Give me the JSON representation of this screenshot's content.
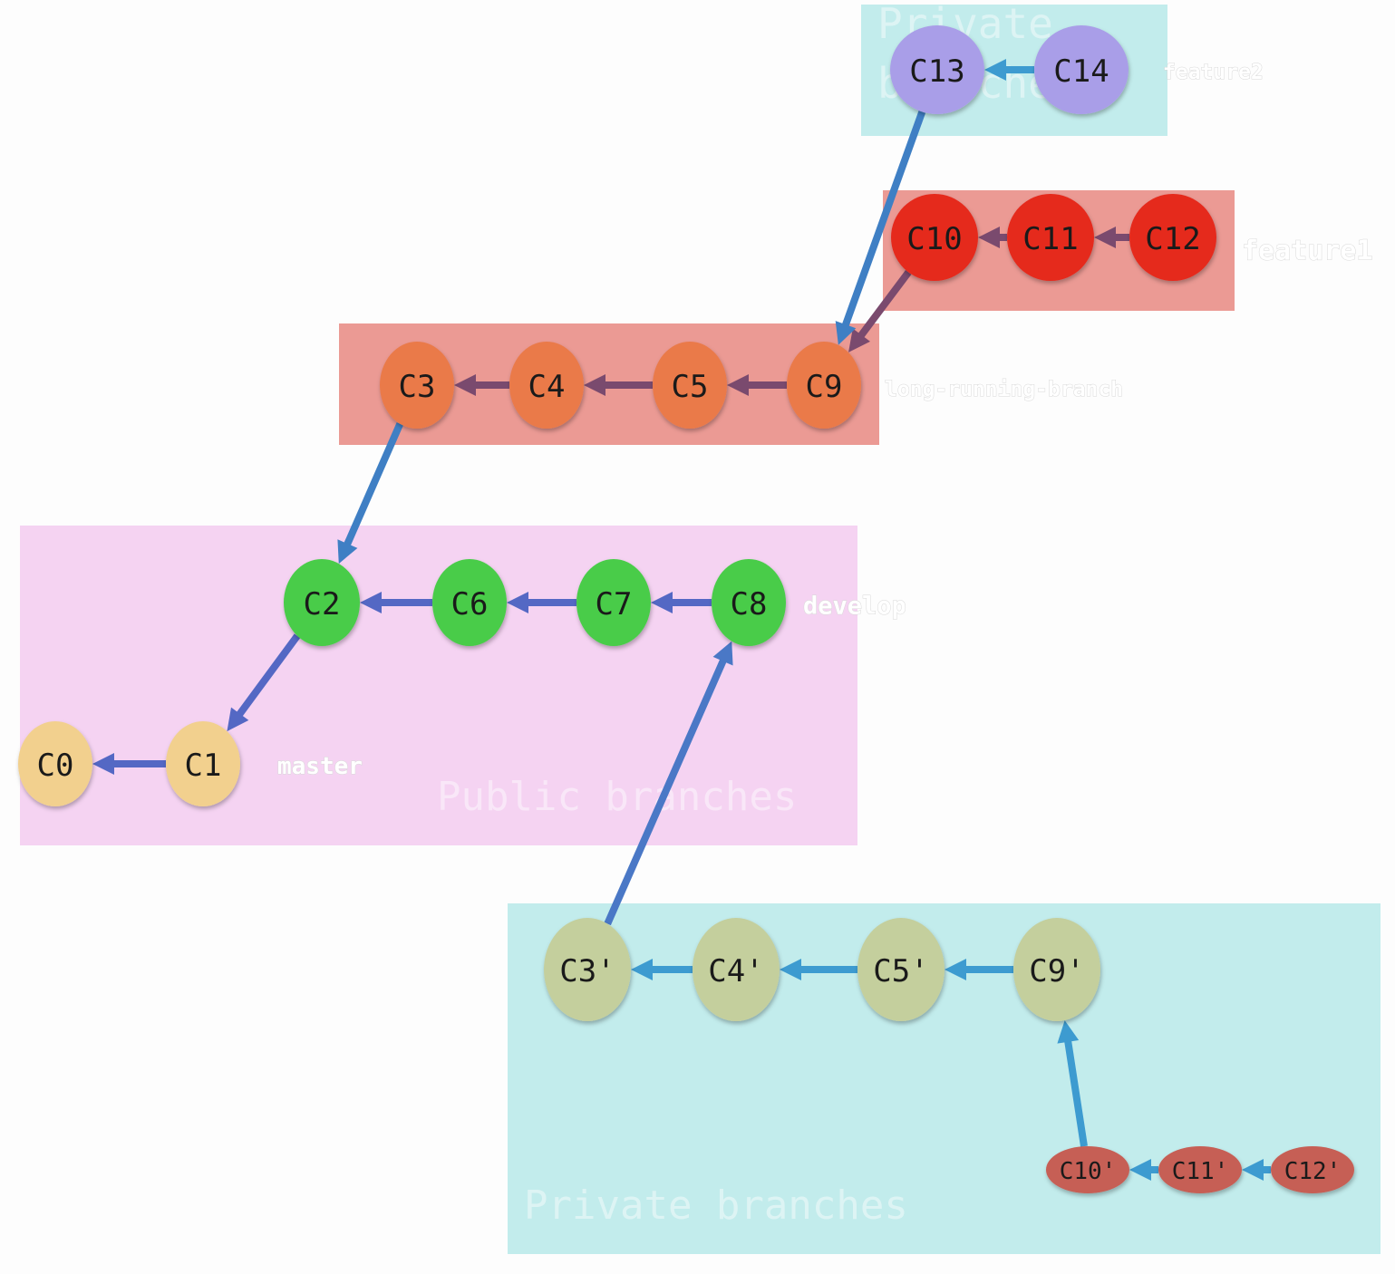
{
  "regions": [
    {
      "id": "private-top",
      "label_lines": [
        "Private",
        "branches"
      ],
      "color": "#aee6e6"
    },
    {
      "id": "feature1-box",
      "label_lines": [],
      "color": "#e36f66"
    },
    {
      "id": "long-running-box",
      "label_lines": [],
      "color": "#e36f66"
    },
    {
      "id": "public",
      "label_lines": [
        "Public branches"
      ],
      "color": "#f3c8ef"
    },
    {
      "id": "private-bottom",
      "label_lines": [
        "Private branches"
      ],
      "color": "#aee6e6"
    }
  ],
  "commits": [
    {
      "id": "C0",
      "label": "C0",
      "color": "#f2d08e"
    },
    {
      "id": "C1",
      "label": "C1",
      "color": "#f2d08e"
    },
    {
      "id": "C2",
      "label": "C2",
      "color": "#48cc4a"
    },
    {
      "id": "C6",
      "label": "C6",
      "color": "#48cc4a"
    },
    {
      "id": "C7",
      "label": "C7",
      "color": "#48cc4a"
    },
    {
      "id": "C8",
      "label": "C8",
      "color": "#48cc4a"
    },
    {
      "id": "C3",
      "label": "C3",
      "color": "#ea7a4a"
    },
    {
      "id": "C4",
      "label": "C4",
      "color": "#ea7a4a"
    },
    {
      "id": "C5",
      "label": "C5",
      "color": "#ea7a4a"
    },
    {
      "id": "C9",
      "label": "C9",
      "color": "#ea7a4a"
    },
    {
      "id": "C10",
      "label": "C10",
      "color": "#e5291f"
    },
    {
      "id": "C11",
      "label": "C11",
      "color": "#e5291f"
    },
    {
      "id": "C12",
      "label": "C12",
      "color": "#e5291f"
    },
    {
      "id": "C13",
      "label": "C13",
      "color": "#a99ee8"
    },
    {
      "id": "C14",
      "label": "C14",
      "color": "#a99ee8"
    },
    {
      "id": "C3p",
      "label": "C3'",
      "color": "#c4cf9d"
    },
    {
      "id": "C4p",
      "label": "C4'",
      "color": "#c4cf9d"
    },
    {
      "id": "C5p",
      "label": "C5'",
      "color": "#c4cf9d"
    },
    {
      "id": "C9p",
      "label": "C9'",
      "color": "#c4cf9d"
    },
    {
      "id": "C10p",
      "label": "C10'",
      "color": "#c65e55"
    },
    {
      "id": "C11p",
      "label": "C11'",
      "color": "#c65e55"
    },
    {
      "id": "C12p",
      "label": "C12'",
      "color": "#c65e55"
    }
  ],
  "edges": [
    {
      "from": "C1",
      "to": "C0",
      "color": "#5468c4"
    },
    {
      "from": "C2",
      "to": "C1",
      "color": "#5468c4"
    },
    {
      "from": "C6",
      "to": "C2",
      "color": "#5468c4"
    },
    {
      "from": "C7",
      "to": "C6",
      "color": "#5468c4"
    },
    {
      "from": "C8",
      "to": "C7",
      "color": "#5468c4"
    },
    {
      "from": "C3",
      "to": "C2",
      "color": "#3f7fc4"
    },
    {
      "from": "C4",
      "to": "C3",
      "color": "#7a4a6e"
    },
    {
      "from": "C5",
      "to": "C4",
      "color": "#7a4a6e"
    },
    {
      "from": "C9",
      "to": "C5",
      "color": "#7a4a6e"
    },
    {
      "from": "C10",
      "to": "C9",
      "color": "#7a4a6e"
    },
    {
      "from": "C11",
      "to": "C10",
      "color": "#7a4a6e"
    },
    {
      "from": "C12",
      "to": "C11",
      "color": "#7a4a6e"
    },
    {
      "from": "C13",
      "to": "C9",
      "color": "#3f7fc4"
    },
    {
      "from": "C14",
      "to": "C13",
      "color": "#3d9bd0"
    },
    {
      "from": "C3p",
      "to": "C8",
      "color": "#4a78c6"
    },
    {
      "from": "C4p",
      "to": "C3p",
      "color": "#3d9bd0"
    },
    {
      "from": "C5p",
      "to": "C4p",
      "color": "#3d9bd0"
    },
    {
      "from": "C9p",
      "to": "C5p",
      "color": "#3d9bd0"
    },
    {
      "from": "C10p",
      "to": "C9p",
      "color": "#3d9bd0"
    },
    {
      "from": "C11p",
      "to": "C10p",
      "color": "#3d9bd0"
    },
    {
      "from": "C12p",
      "to": "C11p",
      "color": "#3d9bd0"
    }
  ],
  "branch_labels": [
    {
      "id": "master",
      "text": "master"
    },
    {
      "id": "develop",
      "text": "develop"
    },
    {
      "id": "long-running-branch",
      "text": "long-running-branch"
    },
    {
      "id": "feature1",
      "text": "feature1"
    },
    {
      "id": "feature2",
      "text": "feature2"
    }
  ]
}
